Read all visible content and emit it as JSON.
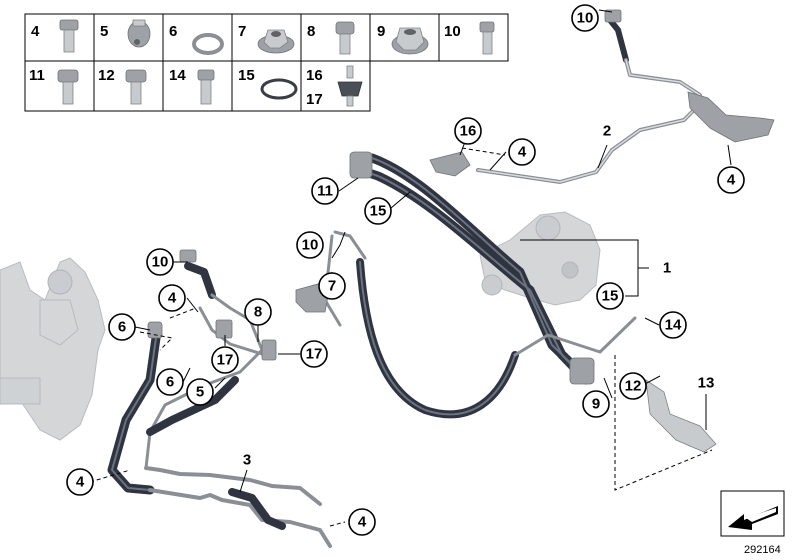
{
  "legend": [
    {
      "label": "4"
    },
    {
      "label": "5"
    },
    {
      "label": "6"
    },
    {
      "label": "7"
    },
    {
      "label": "8"
    },
    {
      "label": "9"
    },
    {
      "label": "10"
    },
    {
      "label": "11"
    },
    {
      "label": "12"
    },
    {
      "label": "14"
    },
    {
      "label": "15"
    },
    {
      "label": "16"
    },
    {
      "label": "17"
    }
  ],
  "callouts": [
    {
      "label": "1"
    },
    {
      "label": "2"
    },
    {
      "label": "3"
    },
    {
      "label": "4"
    },
    {
      "label": "4"
    },
    {
      "label": "4"
    },
    {
      "label": "4"
    },
    {
      "label": "4"
    },
    {
      "label": "5"
    },
    {
      "label": "6"
    },
    {
      "label": "6"
    },
    {
      "label": "7"
    },
    {
      "label": "8"
    },
    {
      "label": "9"
    },
    {
      "label": "10"
    },
    {
      "label": "10"
    },
    {
      "label": "10"
    },
    {
      "label": "11"
    },
    {
      "label": "12"
    },
    {
      "label": "13"
    },
    {
      "label": "14"
    },
    {
      "label": "15"
    },
    {
      "label": "15"
    },
    {
      "label": "16"
    },
    {
      "label": "17"
    },
    {
      "label": "17"
    }
  ],
  "reference_number": "292164",
  "colors": {
    "hose": "#2f3440",
    "pipe": "#8a8f96",
    "faded_part": "#d4d6d8"
  }
}
